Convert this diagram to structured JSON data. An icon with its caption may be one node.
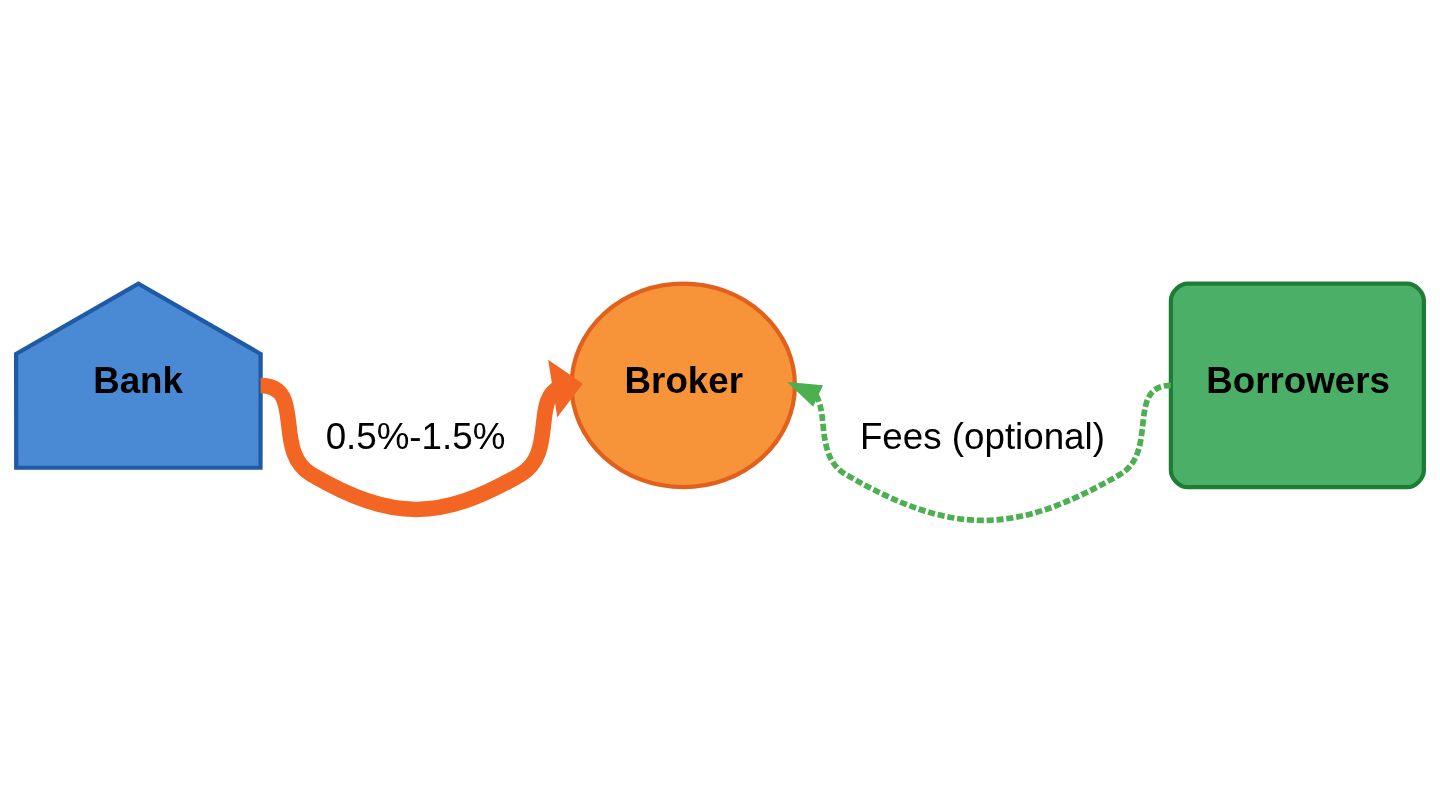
{
  "diagram": {
    "nodes": [
      {
        "text": [
          "Bank"
        ]
      },
      {
        "text": [
          "Broker"
        ]
      },
      {
        "text": [
          "Borrowers"
        ]
      }
    ],
    "edges": [
      {
        "from": 0,
        "to": 1,
        "arrow": "to",
        "label": "0.5%-1.5%",
        "style": "thick",
        "color": "#f26522"
      },
      {
        "from": 2,
        "to": 1,
        "arrow": "to",
        "label": "Fees (optional)",
        "style": "dashed",
        "color": "#4caf50"
      }
    ]
  }
}
